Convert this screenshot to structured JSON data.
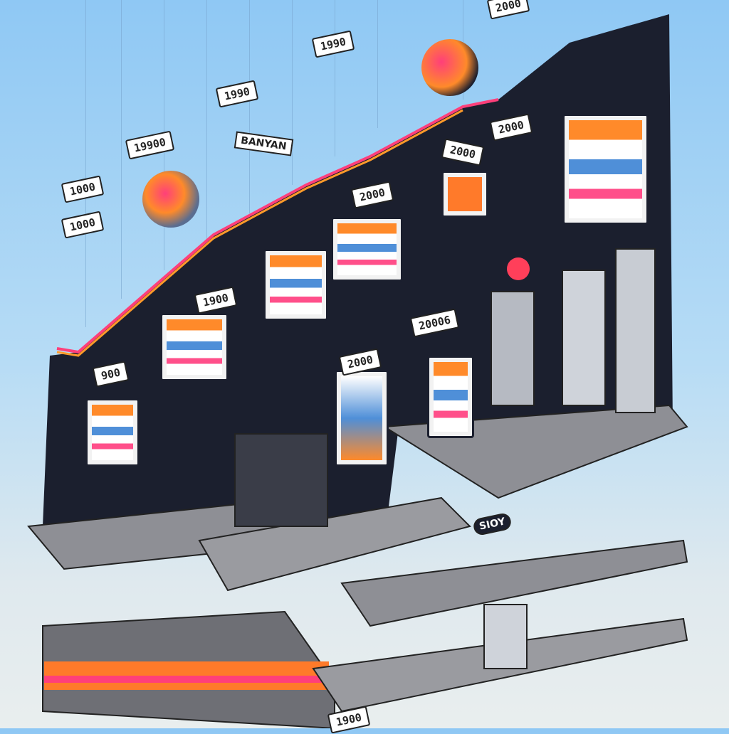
{
  "illustration": {
    "year_labels": [
      "1990",
      "1990",
      "19900",
      "1000",
      "1000",
      "2000",
      "2000",
      "2000",
      "1900",
      "900",
      "20006",
      "2000",
      "2000",
      "1900"
    ],
    "signs": {
      "billboard": "BANYAN",
      "pill_sign": "SIOY"
    },
    "colors": {
      "sky": "#8fc8f4",
      "wall": "#1b1f2e",
      "accent_orange": "#ff8a2a",
      "accent_pink": "#ff3f7a",
      "platform": "#8e8f95"
    }
  }
}
